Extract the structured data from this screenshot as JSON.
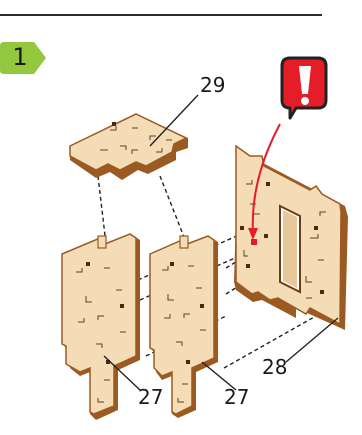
{
  "step": {
    "number": "1"
  },
  "callouts": {
    "top_panel": "29",
    "back_panel": "28",
    "left_panel": "27",
    "middle_panel": "27"
  },
  "colors": {
    "wood_face": "#f3dcb6",
    "wood_edge": "#9b5a22",
    "badge_green": "#93c83e",
    "warning_red": "#e51d28"
  },
  "icons": {
    "warning": "exclamation-icon"
  }
}
